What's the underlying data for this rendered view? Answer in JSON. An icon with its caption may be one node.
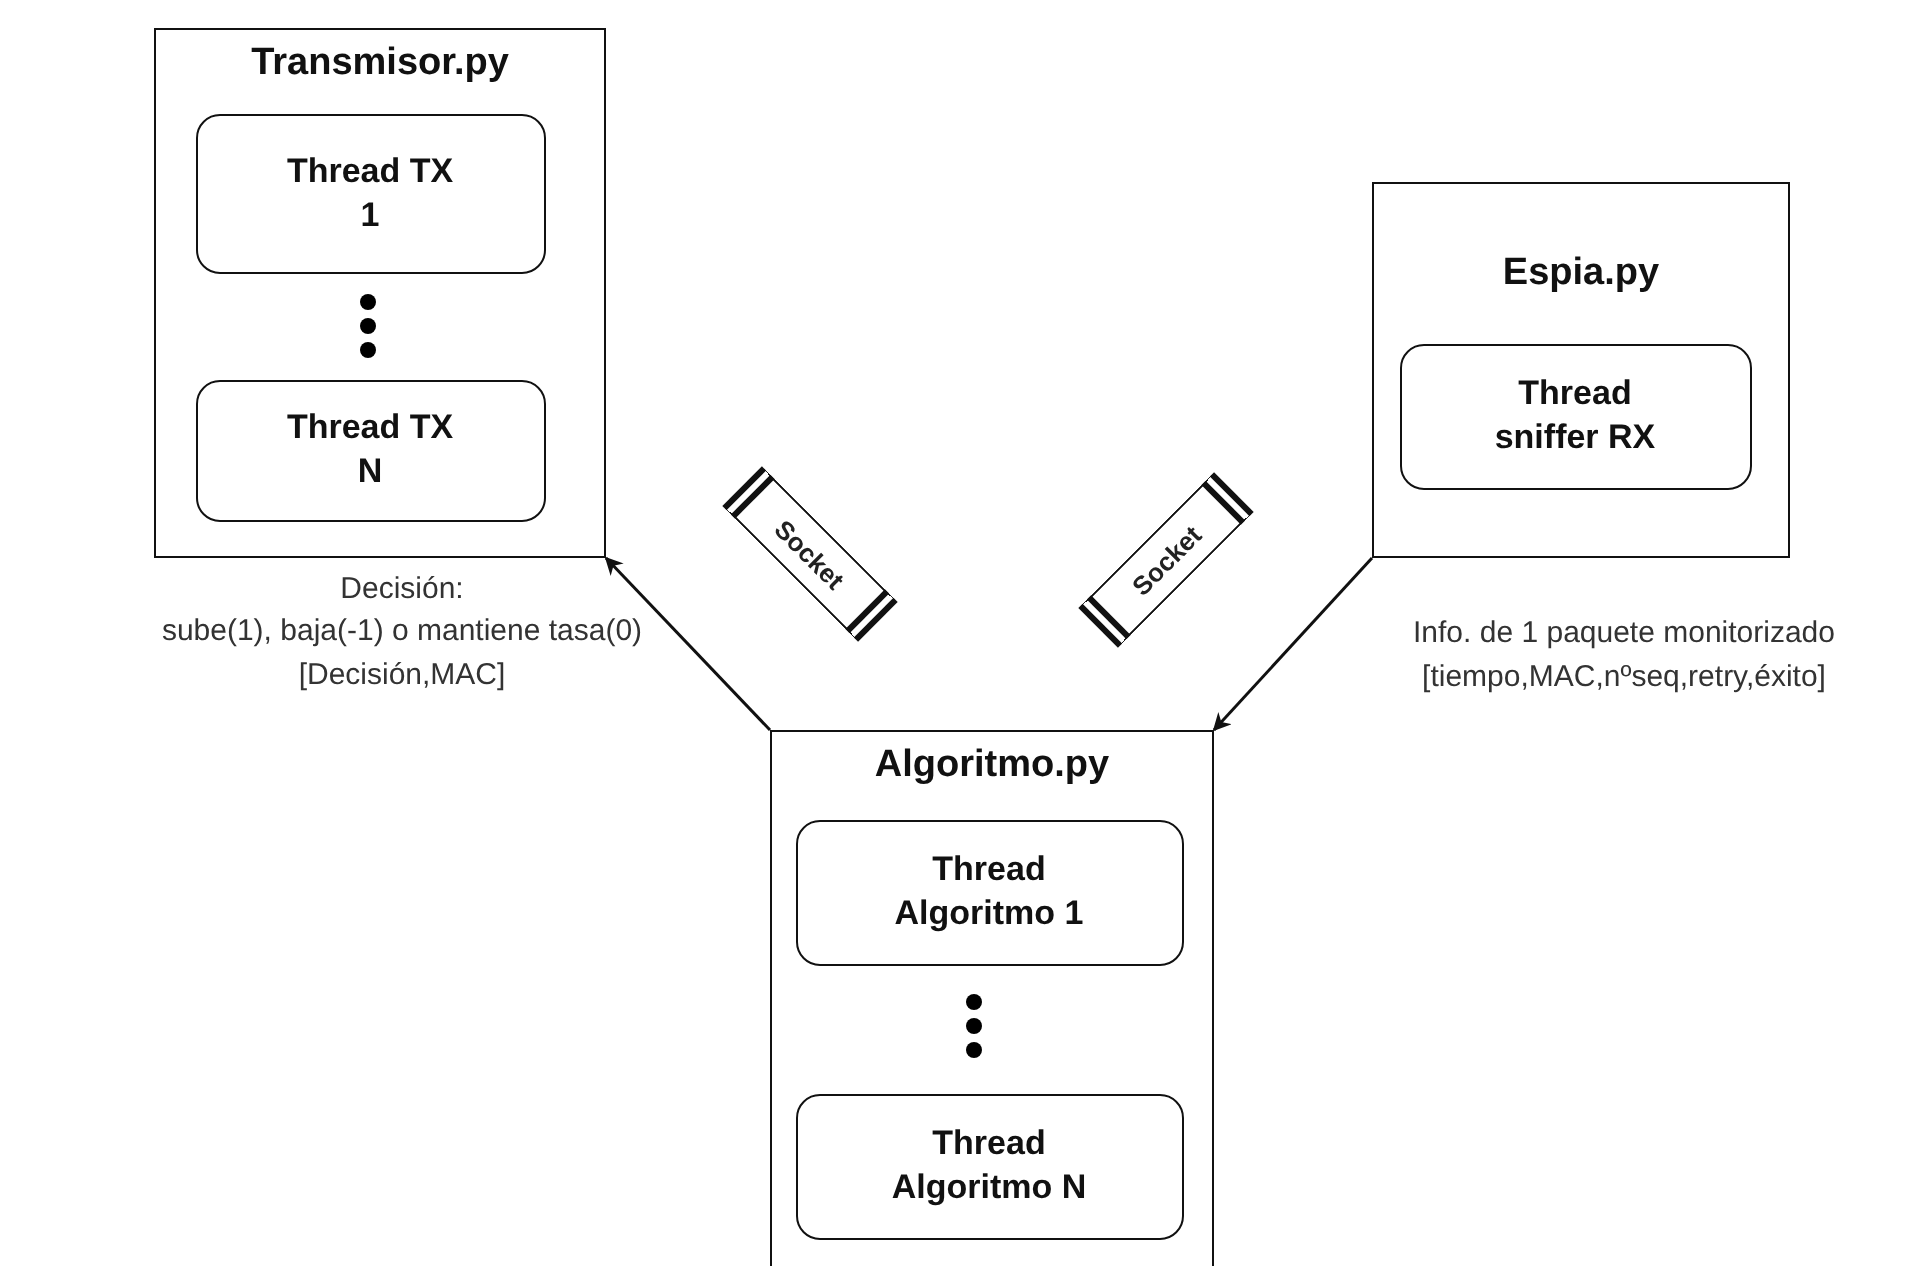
{
  "diagram": {
    "nodes": [
      {
        "text": [
          "Transmisor.py"
        ]
      },
      {
        "text": [
          "Thread TX 1"
        ],
        "in": 0
      },
      {
        "text": [
          "Thread TX N"
        ],
        "in": 0
      },
      {
        "text": [
          "Espia.py"
        ]
      },
      {
        "text": [
          "Thread sniffer RX"
        ],
        "in": 3
      },
      {
        "text": [
          "Socket"
        ]
      },
      {
        "text": [
          "Socket"
        ]
      },
      {
        "text": [
          "Algoritmo.py"
        ]
      },
      {
        "text": [
          "Thread Algoritmo 1"
        ],
        "in": 7
      },
      {
        "text": [
          "Thread Algoritmo N"
        ],
        "in": 7
      }
    ],
    "edges": [
      {
        "from": 7,
        "to": 0,
        "arrow": "to"
      },
      {
        "from": 3,
        "to": 7,
        "arrow": "to"
      }
    ],
    "labels": [
      "Decisión:",
      "sube(1), baja(-1) o mantiene tasa(0)",
      "[Decisión,MAC]",
      "Info. de 1 paquete monitorizado",
      "[tiempo,MAC,nºseq,retry,éxito]"
    ]
  }
}
